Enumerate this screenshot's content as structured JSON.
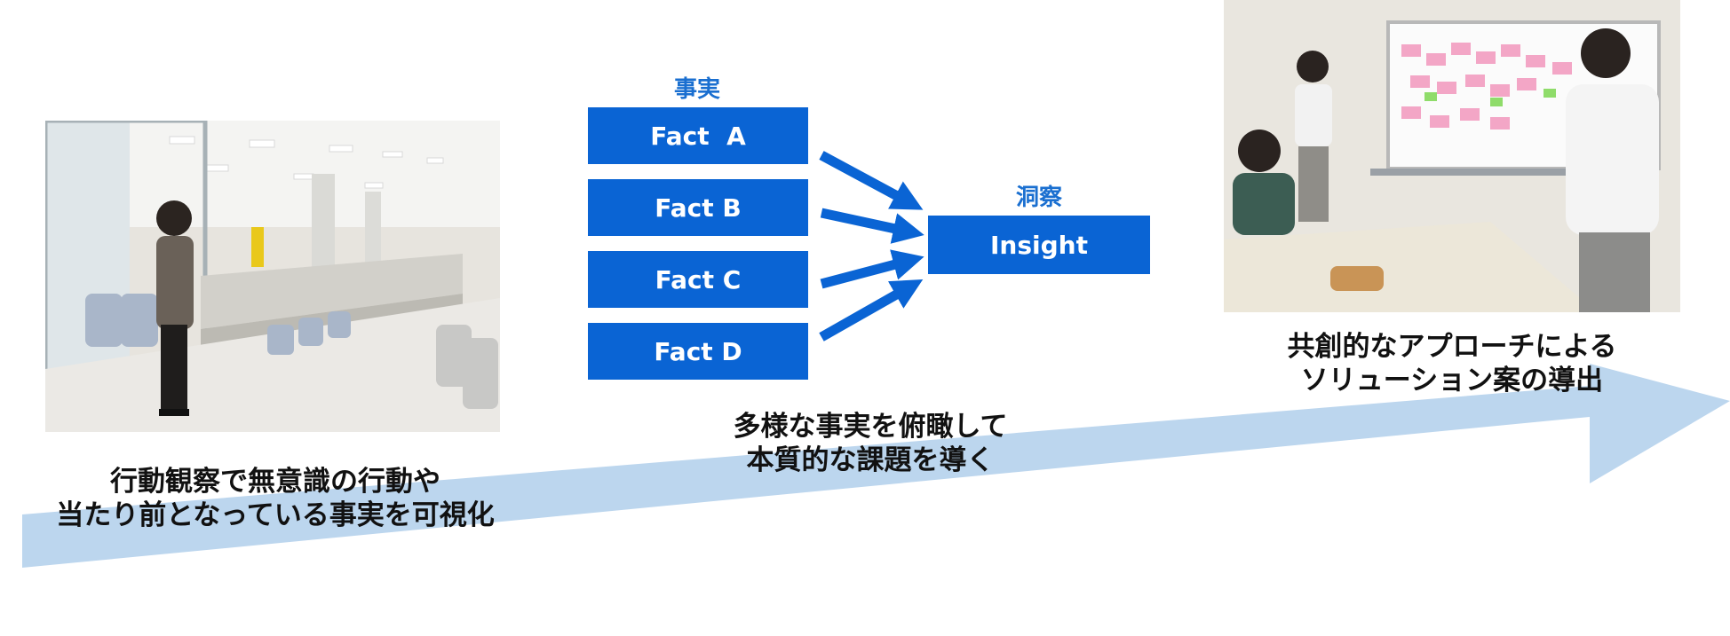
{
  "left": {
    "photo": "office-service-counter-observation-photo",
    "caption_line1": "行動観察で無意識の行動や",
    "caption_line2": "当たり前となっている事実を可視化"
  },
  "middle": {
    "facts_heading": "事実",
    "facts": [
      {
        "label": "Fact  A"
      },
      {
        "label": "Fact B"
      },
      {
        "label": "Fact C"
      },
      {
        "label": "Fact D"
      }
    ],
    "insight_heading": "洞察",
    "insight_label": "Insight",
    "caption_line1": "多様な事実を俯瞰して",
    "caption_line2": "本質的な課題を導く"
  },
  "right": {
    "photo": "cocreation-workshop-whiteboard-photo",
    "caption_line1": "共創的なアプローチによる",
    "caption_line2": "ソリューション案の導出"
  },
  "colors": {
    "box_blue": "#0a64d4",
    "heading_blue": "#1a6fd0",
    "progress_arrow": "#bcd6ee"
  }
}
